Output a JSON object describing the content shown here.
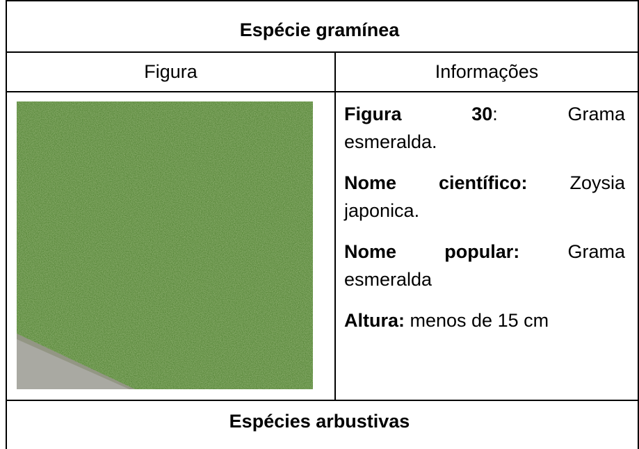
{
  "table": {
    "section_grass_title": "Espécie gramínea",
    "col_figure_header": "Figura",
    "col_info_header": "Informações",
    "section_shrubs_title": "Espécies arbustivas"
  },
  "photo": {
    "subject": "grama esmeralda lawn",
    "colors": {
      "grass_base": "#5f8f3e",
      "grass_light": "#8fb060",
      "grass_dark": "#3f6a28",
      "sidewalk": "#a9a9a2"
    }
  },
  "info": {
    "figure_label": "Figura",
    "figure_number": "30",
    "figure_colon": ":",
    "figure_word1": "Grama",
    "figure_word2": "esmeralda.",
    "sci_label_1": "Nome",
    "sci_label_2": "científico:",
    "sci_value_1": "Zoysia",
    "sci_value_2": "japonica.",
    "pop_label_1": "Nome",
    "pop_label_2": "popular:",
    "pop_value_1": "Grama",
    "pop_value_2": "esmeralda",
    "height_label": "Altura:",
    "height_value": " menos de 15 cm"
  }
}
